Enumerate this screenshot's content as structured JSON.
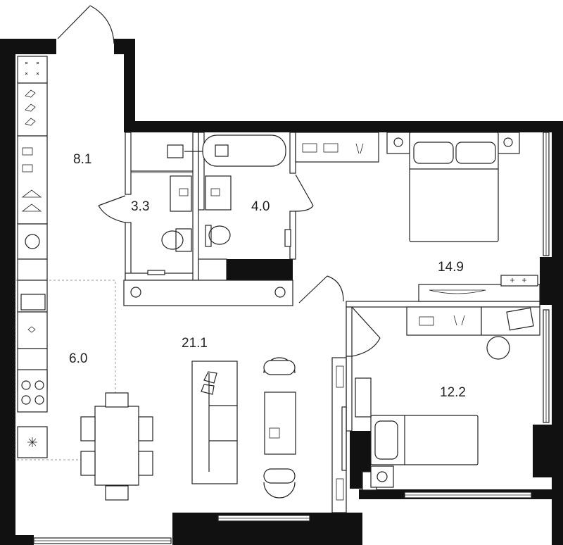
{
  "plan": {
    "rooms": [
      {
        "id": "hall",
        "area": "8.1"
      },
      {
        "id": "wc",
        "area": "3.3"
      },
      {
        "id": "bath",
        "area": "4.0"
      },
      {
        "id": "bedroom1",
        "area": "14.9"
      },
      {
        "id": "living",
        "area": "21.1"
      },
      {
        "id": "kitchen",
        "area": "6.0"
      },
      {
        "id": "bedroom2",
        "area": "12.2"
      }
    ],
    "colors": {
      "wall": "#111111",
      "line": "#222222",
      "dash": "#999999",
      "background": "#ffffff"
    }
  }
}
